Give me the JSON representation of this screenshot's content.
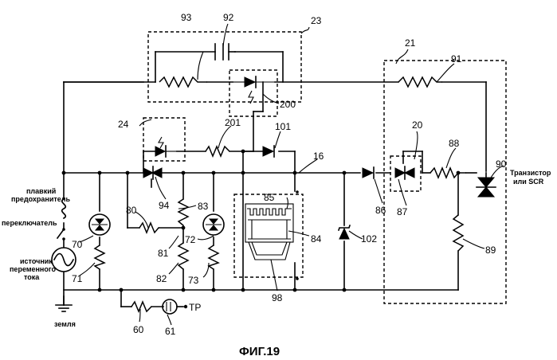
{
  "figure": {
    "caption": "ФИГ.19",
    "labels": {
      "fuse_line1": "плавкий",
      "fuse_line2": "предохранитель",
      "switch": "переключатель",
      "ac_line1": "источник",
      "ac_line2": "переменного",
      "ac_line3": "тока",
      "ground": "земля",
      "scr_line1": "Транзистор",
      "scr_line2": "или SCR",
      "test_point": "TP"
    },
    "refs": {
      "r16": "16",
      "r20": "20",
      "r21": "21",
      "r23": "23",
      "r24": "24",
      "r60": "60",
      "r61": "61",
      "r70": "70",
      "r71": "71",
      "r72": "72",
      "r73": "73",
      "r80": "80",
      "r81": "81",
      "r82": "82",
      "r83": "83",
      "r84": "84",
      "r85": "85",
      "r86": "86",
      "r87": "87",
      "r88": "88",
      "r89": "89",
      "r90": "90",
      "r91": "91",
      "r92": "92",
      "r93": "93",
      "r94": "94",
      "r98": "98",
      "r101": "101",
      "r102": "102",
      "r200": "200",
      "r201": "201"
    }
  }
}
